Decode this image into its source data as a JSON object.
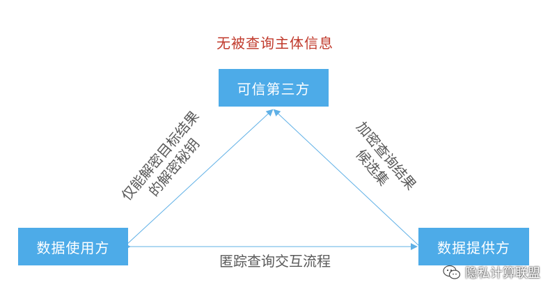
{
  "title": "无被查询主体信息",
  "nodes": {
    "top": "可信第三方",
    "left": "数据使用方",
    "right": "数据提供方"
  },
  "edges": {
    "left_line1": "仅能解密目标结果",
    "left_line2": "的解密秘钥",
    "right_line1": "加密查询结果",
    "right_line2": "候选集",
    "bottom": "匿踪查询交互流程"
  },
  "watermark": "隐私计算联盟",
  "colors": {
    "node_fill": "#4dabe8",
    "arrow": "#5fb0e6",
    "title_text": "#c0392b",
    "label_text": "#595959"
  }
}
